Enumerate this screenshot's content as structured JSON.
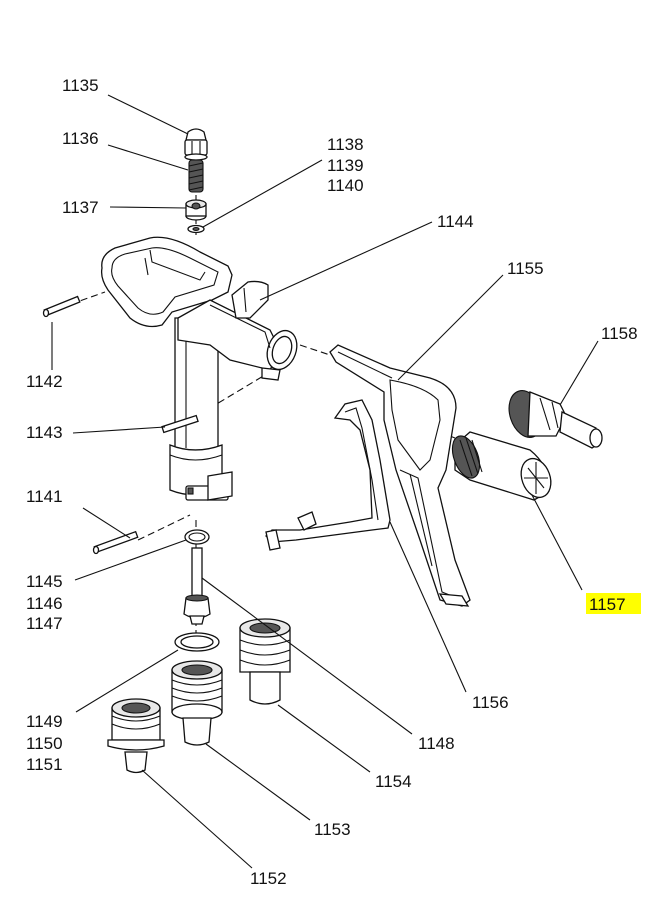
{
  "callouts": [
    {
      "id": "c1135",
      "text": "1135"
    },
    {
      "id": "c1136",
      "text": "1136"
    },
    {
      "id": "c1137",
      "text": "1137"
    },
    {
      "id": "c1138",
      "text": "1138"
    },
    {
      "id": "c1139",
      "text": "1139"
    },
    {
      "id": "c1140",
      "text": "1140"
    },
    {
      "id": "c1144",
      "text": "1144"
    },
    {
      "id": "c1155",
      "text": "1155"
    },
    {
      "id": "c1158",
      "text": "1158"
    },
    {
      "id": "c1142",
      "text": "1142"
    },
    {
      "id": "c1143",
      "text": "1143"
    },
    {
      "id": "c1141",
      "text": "1141"
    },
    {
      "id": "c1145",
      "text": "1145"
    },
    {
      "id": "c1146",
      "text": "1146"
    },
    {
      "id": "c1147",
      "text": "1147"
    },
    {
      "id": "c1157",
      "text": "1157"
    },
    {
      "id": "c1149",
      "text": "1149"
    },
    {
      "id": "c1150",
      "text": "1150"
    },
    {
      "id": "c1151",
      "text": "1151"
    },
    {
      "id": "c1156",
      "text": "1156"
    },
    {
      "id": "c1148",
      "text": "1148"
    },
    {
      "id": "c1154",
      "text": "1154"
    },
    {
      "id": "c1153",
      "text": "1153"
    },
    {
      "id": "c1152",
      "text": "1152"
    }
  ],
  "highlight": {
    "callout": "1157",
    "color": "#ffff00"
  }
}
